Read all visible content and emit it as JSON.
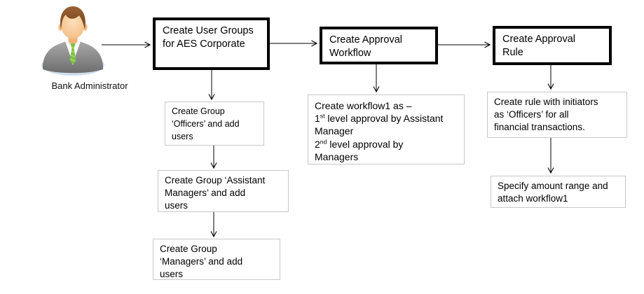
{
  "actor": {
    "label": "Bank Administrator",
    "icon": "business-person-avatar"
  },
  "steps": [
    {
      "id": "create-user-groups",
      "lines": [
        "Create User Groups",
        "for AES Corporate"
      ]
    },
    {
      "id": "create-approval-workflow",
      "lines": [
        "Create Approval",
        "Workflow"
      ]
    },
    {
      "id": "create-approval-rule",
      "lines": [
        "Create Approval",
        "Rule"
      ]
    }
  ],
  "notes": {
    "officers": {
      "lines": [
        "Create Group",
        "‘Officers’ and add",
        "users"
      ]
    },
    "assistant_managers": {
      "lines": [
        "Create Group ‘Assistant",
        "Managers’ and add",
        "users"
      ]
    },
    "managers": {
      "lines": [
        "Create Group",
        "‘Managers’ and add",
        "users"
      ]
    },
    "workflow1": {
      "lines": [
        {
          "text": "Create workflow1 as –"
        },
        {
          "num": "1",
          "sup": "st",
          "text": " level approval by Assistant"
        },
        {
          "text": "Manager"
        },
        {
          "num": "2",
          "sup": "nd",
          "text": " level approval by"
        },
        {
          "text": "Managers"
        }
      ]
    },
    "rule_initiators": {
      "lines": [
        "Create rule with initiators",
        "as ‘Officers’ for all",
        "financial transactions."
      ]
    },
    "amount_range": {
      "lines": [
        "Specify amount range and",
        "attach workflow1"
      ]
    }
  },
  "colors": {
    "step_border": "#000000",
    "note_border": "#c8c8c8",
    "arrow": "#000000",
    "suit_gray": "#8a8a8a",
    "tie_green": "#7bc142",
    "skin": "#f9cf9e",
    "hair_brown": "#7b4a21",
    "base_blue": "#cfe2ee"
  }
}
